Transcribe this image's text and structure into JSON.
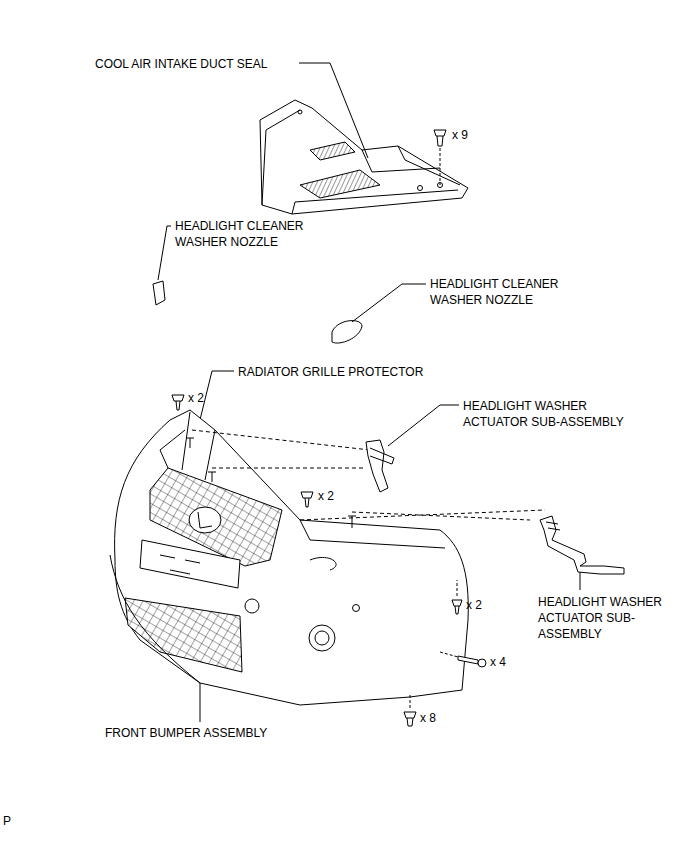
{
  "diagram": {
    "labels": [
      "COOL AIR INTAKE DUCT SEAL",
      "x 9",
      "HEADLIGHT CLEANER WASHER NOZZLE",
      "HEADLIGHT CLEANER WASHER NOZZLE",
      "RADIATOR GRILLE PROTECTOR",
      "x 2",
      "HEADLIGHT WASHER ACTUATOR SUB-ASSEMBLY",
      "x 2",
      "x 2",
      "HEADLIGHT WASHER ACTUATOR SUB-ASSEMBLY",
      "x 4",
      "FRONT BUMPER ASSEMBLY",
      "x 8",
      "P"
    ]
  }
}
